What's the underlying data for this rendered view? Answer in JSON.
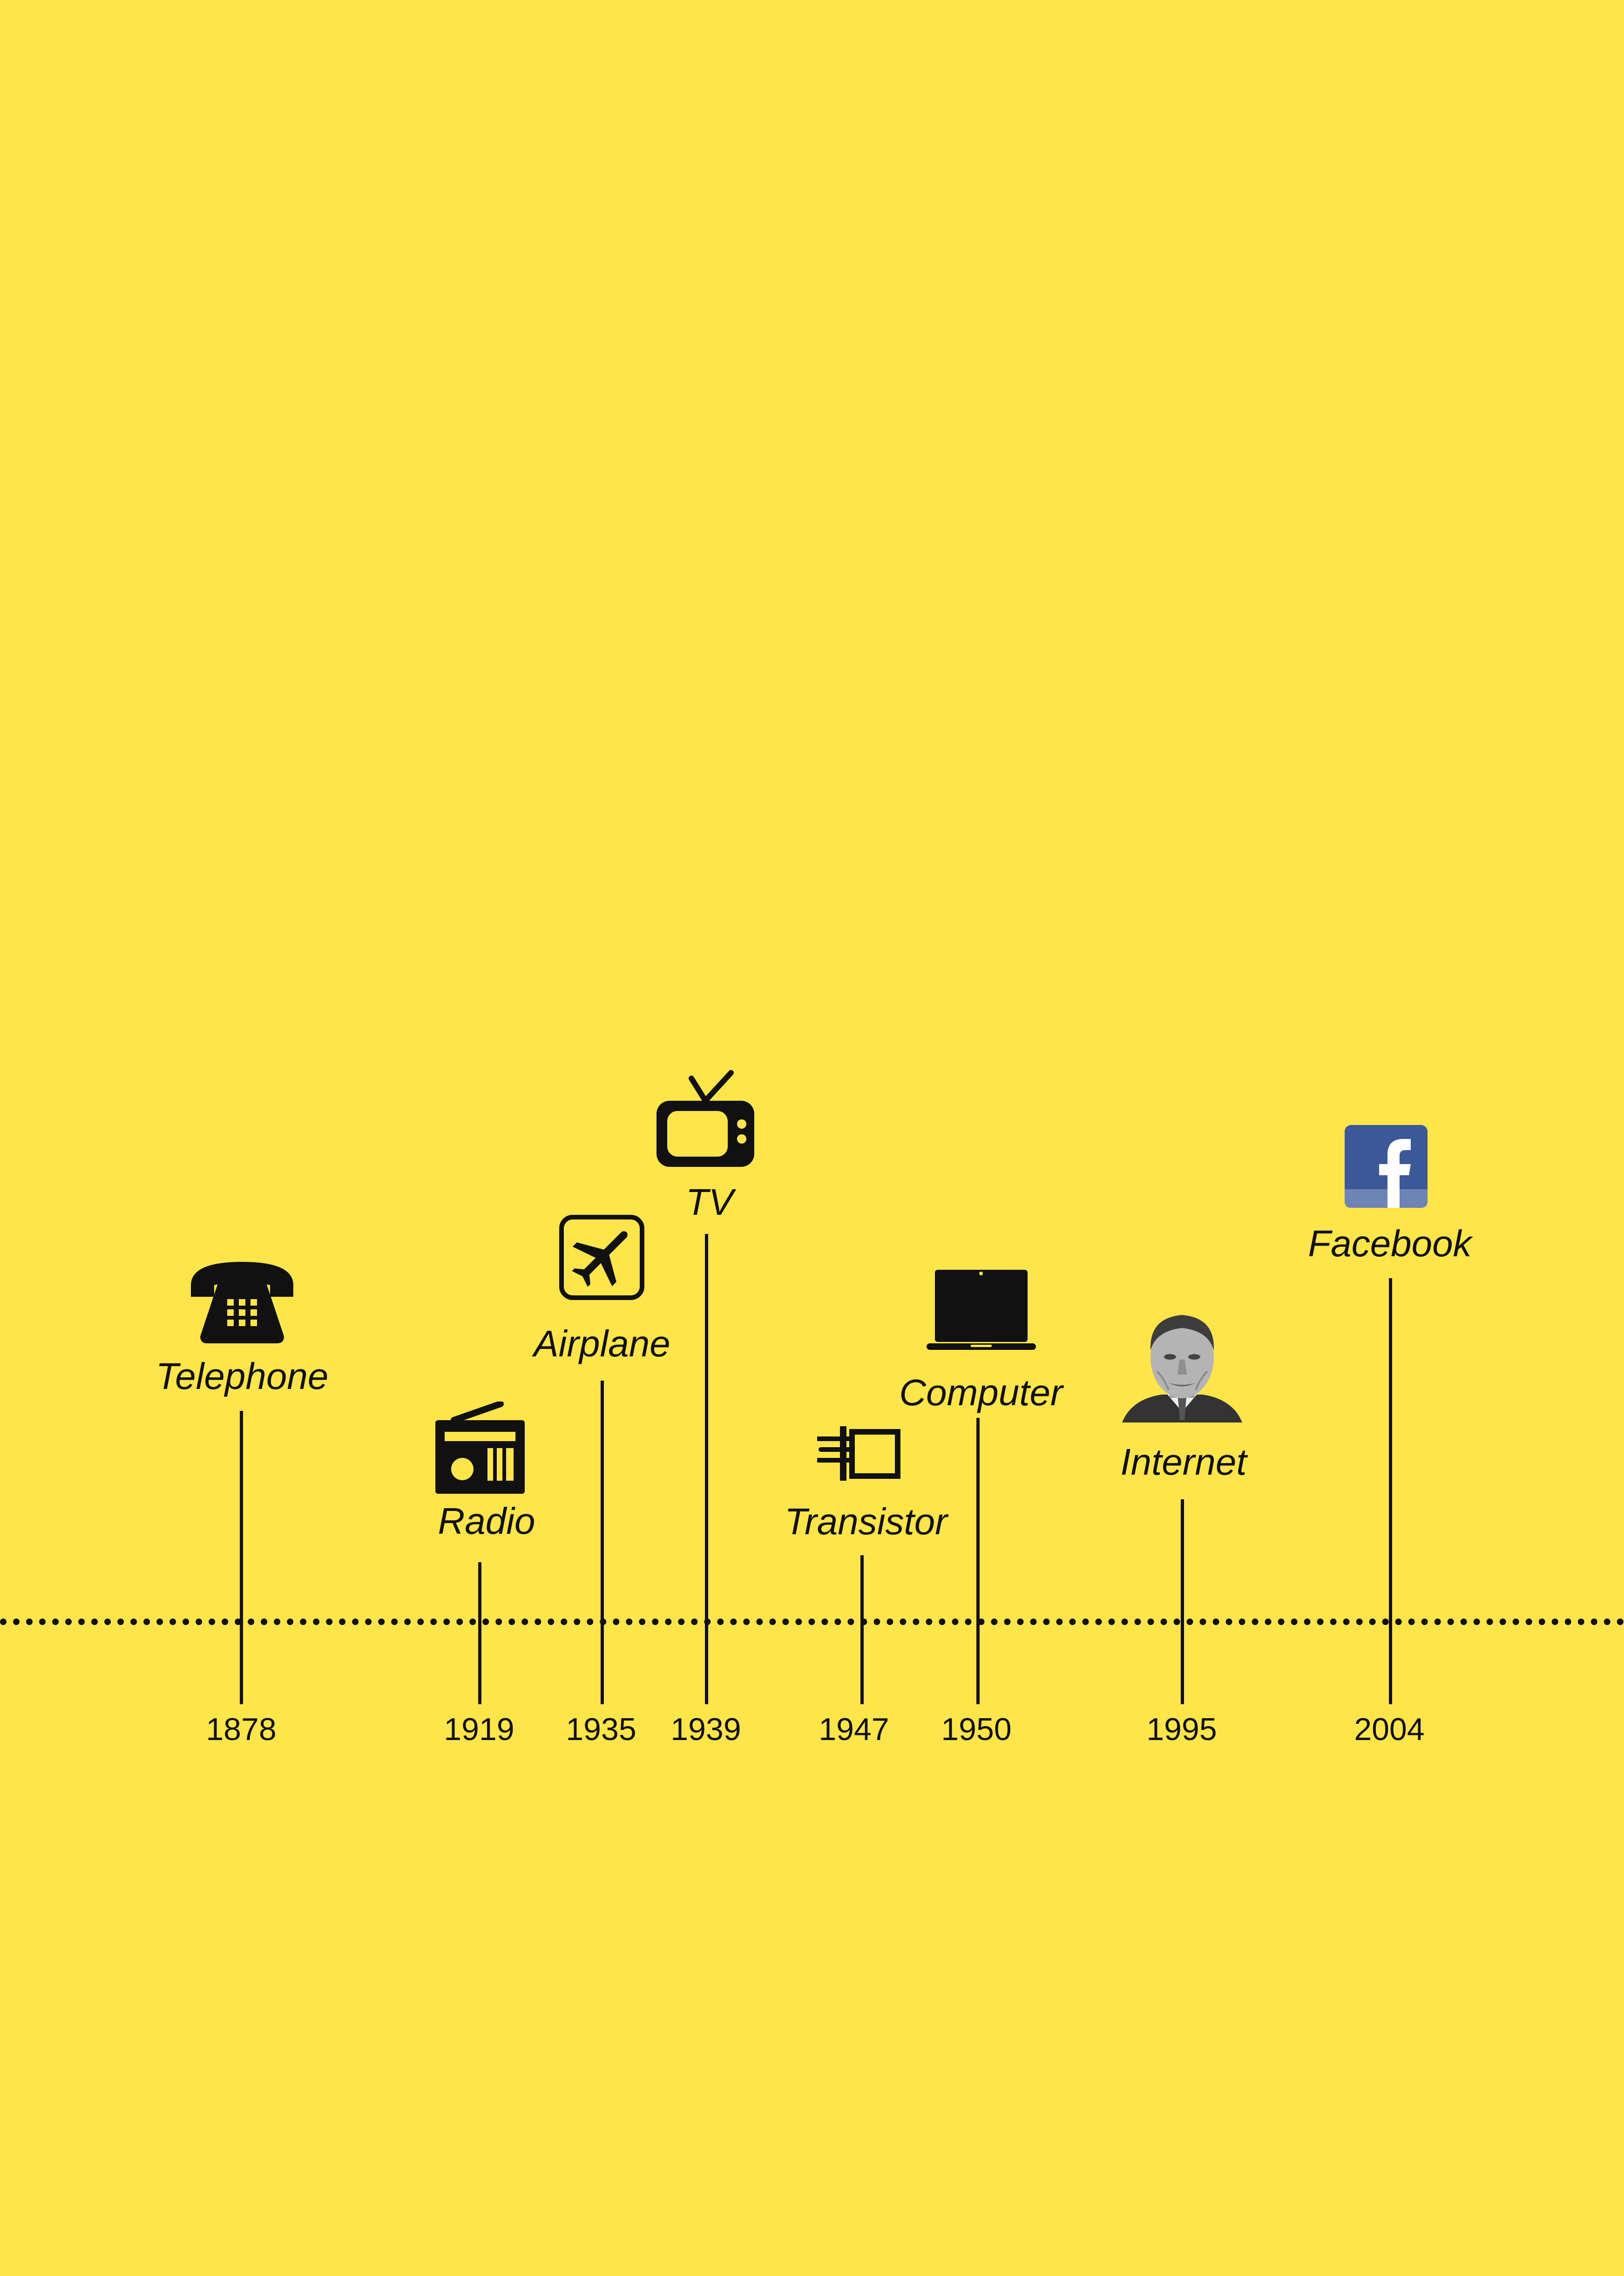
{
  "colors": {
    "background": "#FEE64A",
    "ink": "#111111",
    "facebook_blue": "#3B5998"
  },
  "timeline": {
    "events": [
      {
        "year": "1878",
        "label": "Telephone",
        "icon": "telephone-icon"
      },
      {
        "year": "1919",
        "label": "Radio",
        "icon": "radio-icon"
      },
      {
        "year": "1935",
        "label": "Airplane",
        "icon": "airplane-icon"
      },
      {
        "year": "1939",
        "label": "TV",
        "icon": "tv-icon"
      },
      {
        "year": "1947",
        "label": "Transistor",
        "icon": "transistor-icon"
      },
      {
        "year": "1950",
        "label": "Computer",
        "icon": "laptop-icon"
      },
      {
        "year": "1995",
        "label": "Internet",
        "icon": "portrait-icon"
      },
      {
        "year": "2004",
        "label": "Facebook",
        "icon": "facebook-logo-icon"
      }
    ]
  }
}
